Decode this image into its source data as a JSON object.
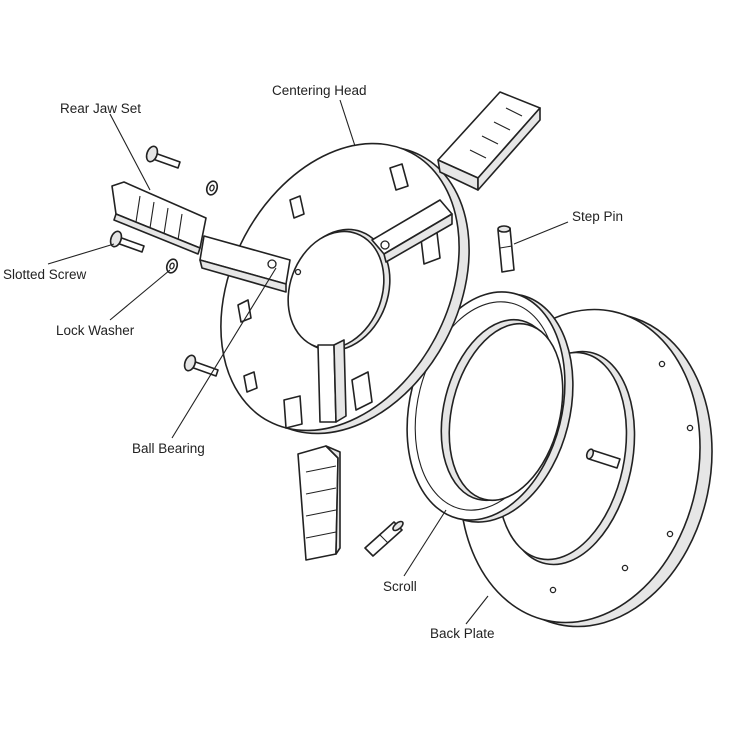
{
  "labels": {
    "rear_jaw_set": "Rear Jaw Set",
    "centering_head": "Centering Head",
    "step_pin": "Step Pin",
    "slotted_screw": "Slotted Screw",
    "lock_washer": "Lock Washer",
    "ball_bearing": "Ball Bearing",
    "scroll": "Scroll",
    "back_plate": "Back Plate"
  },
  "colors": {
    "line": "#222222",
    "shade": "#e6e6e6",
    "background": "#ffffff"
  }
}
